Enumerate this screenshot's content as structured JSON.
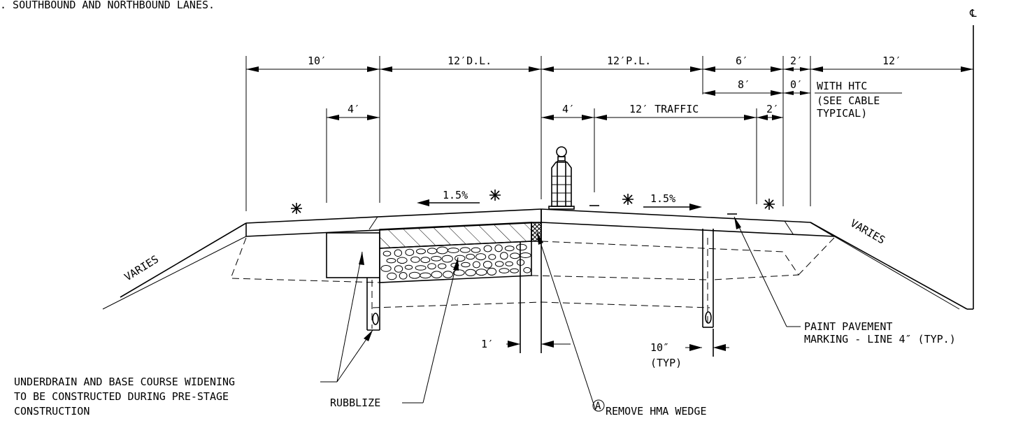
{
  "header_note": ". SOUTHBOUND AND NORTHBOUND LANES.",
  "centerline_symbol": "℄",
  "dimensions": {
    "d10": "10′",
    "d12dl": "12′D.L.",
    "d12pl": "12′P.L.",
    "d6": "6′",
    "d2a": "2′",
    "d12r": "12′",
    "d8": "8′",
    "d0": "0′",
    "d4l": "4′",
    "d4r": "4′",
    "traffic": "12′ TRAFFIC",
    "d2b": "2′",
    "d1": "1′",
    "d10in": "10″",
    "typ": "(TYP)"
  },
  "htc_note": [
    "WITH HTC",
    "(SEE CABLE",
    "TYPICAL)"
  ],
  "slopes": {
    "left": "1.5%",
    "right": "1.5%"
  },
  "varies": {
    "left": "VARIES",
    "right": "VARIES"
  },
  "callouts": {
    "underdrain": [
      "UNDERDRAIN AND BASE COURSE WIDENING",
      "TO BE CONSTRUCTED DURING PRE-STAGE",
      "CONSTRUCTION"
    ],
    "rubblize": "RUBBLIZE",
    "remove_circle": "A",
    "remove": "REMOVE HMA WEDGE",
    "paint": [
      "PAINT PAVEMENT",
      "MARKING - LINE 4″ (TYP.)"
    ]
  },
  "colors": {
    "ink": "#000000",
    "background": "#ffffff"
  }
}
